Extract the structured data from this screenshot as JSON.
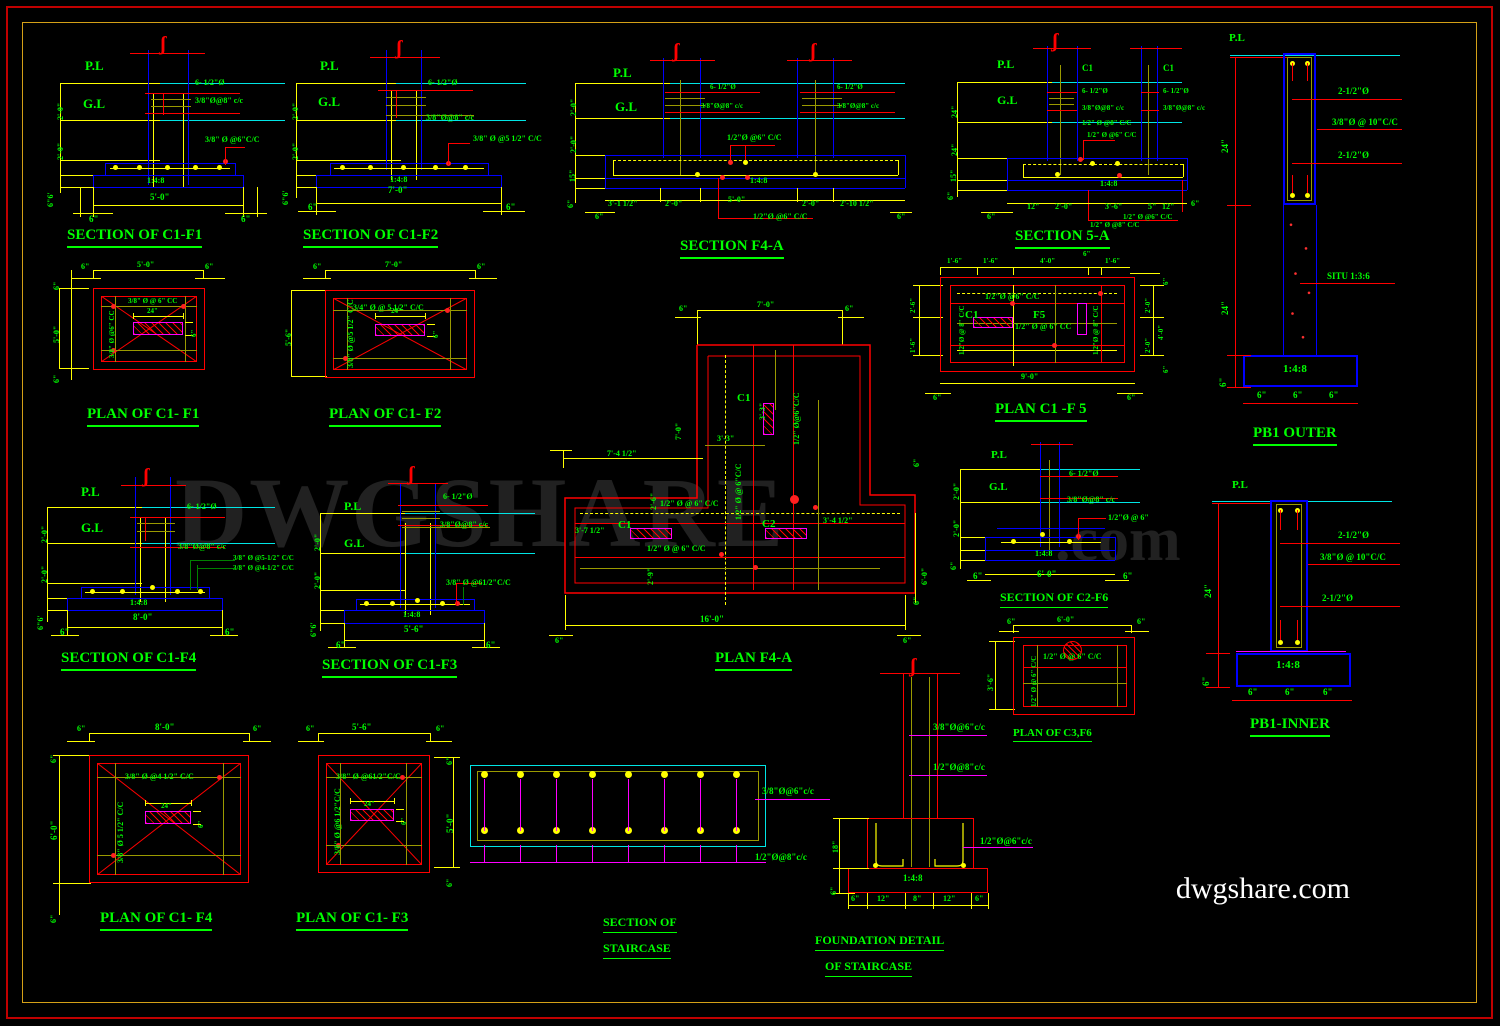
{
  "sheet": {
    "watermark": "DWGSHARE",
    "watermark_domain": ".com",
    "footer_site": "dwgshare.com",
    "background": "#000000",
    "border_color": "#c00000",
    "inner_border_color": "#d4a017"
  },
  "common": {
    "pl": "P.L",
    "gl": "G.L",
    "mix_148": "1:4:8",
    "mix_136": "SITU 1:3:6",
    "rebar_6_half": "6- 1/2\"Ø",
    "stirrup_8cc": "3/8\"Ø@8\" c/c"
  },
  "details": [
    {
      "id": "sec-c1-f1",
      "title": "SECTION OF C1-F1",
      "labels": [
        "P.L",
        "G.L",
        "6- 1/2\"Ø",
        "3/8\"Ø@8\" c/c",
        "3/8\" Ø @6\"C/C",
        "1:4:8"
      ],
      "dims": [
        "2'-0\"",
        "2'-0\"",
        "6\"6'",
        "5'-0\"",
        "6\"",
        "6\""
      ]
    },
    {
      "id": "sec-c1-f2",
      "title": "SECTION OF C1-F2",
      "labels": [
        "P.L",
        "G.L",
        "6- 1/2\"Ø",
        "3/8\"Ø@8\" c/c",
        "3/8\" Ø @5 1/2\" C/C",
        "1:4:8"
      ],
      "dims": [
        "2'-0\"",
        "2'-0\"",
        "6\"6'",
        "7'-0\"",
        "6\"",
        "6\""
      ]
    },
    {
      "id": "sec-f4-a",
      "title": "SECTION  F4-A",
      "labels": [
        "P.L",
        "G.L",
        "6- 1/2\"Ø",
        "3/8\"Ø@8\" c/c",
        "1/2\"Ø @6\" C/C",
        "1:4:8",
        "1/2\"Ø @6\" C/C"
      ],
      "dims": [
        "2'-0\"",
        "2'-0\"",
        "15\"",
        "6\"",
        "3'-1 1/2\"",
        "2'-0\"",
        "5'-0\"",
        "2'-0\"",
        "2'-10 1/2\"",
        "6\"",
        "6\""
      ]
    },
    {
      "id": "sec-5-a",
      "title": "SECTION 5-A",
      "labels": [
        "P.L",
        "G.L",
        "C1",
        "C1",
        "6- 1/2\"Ø",
        "3/8\"Ø@8\" c/c",
        "1/2\" Ø @8\" C/C",
        "1/2\" Ø @6\" C/C",
        "1:4:8",
        "1/2\" Ø @6\" C/C",
        "1/2\" Ø @8\" C/C"
      ],
      "dims": [
        "24\"",
        "24\"",
        "15\"",
        "6\"",
        "12\"",
        "2'-0\"",
        "3'-6\"",
        "5\"",
        "12\"",
        "6\"",
        "6\""
      ]
    },
    {
      "id": "pb1-outer",
      "title": "PB1 OUTER",
      "labels": [
        "P.L",
        "2-1/2\"Ø",
        "3/8\"Ø @ 10\"C/C",
        "2-1/2\"Ø",
        "SITU 1:3:6",
        "1:4:8"
      ],
      "dims": [
        "24\"",
        "24\"",
        "6\"",
        "6\"",
        "6\"",
        "6\""
      ]
    },
    {
      "id": "plan-c1-f1",
      "title": "PLAN OF C1- F1",
      "labels": [
        "3/8\" Ø @ 6\" CC",
        "3/8\" Ø @6\" CC",
        "24\"",
        "6\""
      ],
      "dims": [
        "5'-0\"",
        "5'-0\"",
        "6\"",
        "6\""
      ]
    },
    {
      "id": "plan-c1-f2",
      "title": "PLAN OF C1- F2",
      "labels": [
        "3/4\" Ø @ 5 1/2\" C/C",
        "3/8\" Ø @5 1/2\" C/C",
        "24\"",
        "6\""
      ],
      "dims": [
        "7'-0\"",
        "5'-6\"",
        "6\"",
        "6\""
      ]
    },
    {
      "id": "plan-c1-f5",
      "title": "PLAN C1 -F 5",
      "labels": [
        "C1",
        "F5",
        "1/2\"Ø @6\" C/C",
        "1/2\" Ø @ 6\" CC",
        "1/2\"Ø @ 8\" C/C",
        "1/2\"Ø @ 8\" C/C"
      ],
      "dims": [
        "1'-6\"",
        "1'-6\"",
        "4'-0\"",
        "6\"",
        "1'-6\"",
        "2'-6\"",
        "1'-6\"",
        "9'-0\"",
        "2'-0\"",
        "4'-0\"",
        "2'-0\"",
        "6\"",
        "6\"",
        "6\"",
        "6\""
      ]
    },
    {
      "id": "plan-f4-a",
      "title": "PLAN F4-A",
      "labels": [
        "C1",
        "C1",
        "C2",
        "1/2\" Ø@6\"C/C",
        "1/2\" Ø @ 6\"C/C",
        "1/2\" Ø @ 6\" C/C",
        "1/2\" Ø @ 6\" C/C"
      ],
      "dims": [
        "7'-0\"",
        "6\"",
        "6\"",
        "7'-0\"",
        "3'-3\"",
        "3'-3\"",
        "7'-4 1/2\"",
        "2'-6\"",
        "3'-7 1/2\"",
        "3'-4 1/2\"",
        "2'-9\"",
        "16'-0\"",
        "6'-0\"",
        "6\"",
        "6\""
      ]
    },
    {
      "id": "sec-c1-f4",
      "title": "SECTION OF C1-F4",
      "labels": [
        "P.L",
        "G.L",
        "6- 1/2\"Ø",
        "3/8\"Ø@8\" c/c",
        "3/8\" Ø @5-1/2\" C/C",
        "3/8\" Ø @4-1/2\" C/C",
        "1:4:8"
      ],
      "dims": [
        "2'-0\"",
        "2'-0\"",
        "6\"6'",
        "8'-0\"",
        "6\"",
        "6\""
      ]
    },
    {
      "id": "sec-c1-f3",
      "title": "SECTION OF C1-F3",
      "labels": [
        "P.L",
        "G.L",
        "6- 1/2\"Ø",
        "3/8\"Ø@8\" c/c",
        "3/8\" Ø @61/2\"C/C",
        "1:4:8"
      ],
      "dims": [
        "2'-0\"",
        "2'-0\"",
        "6\"6'",
        "5'-6\"",
        "6\"",
        "6\""
      ]
    },
    {
      "id": "sec-c2-f6",
      "title": "SECTION OF C2-F6",
      "labels": [
        "P.L",
        "G.L",
        "6- 1/2\"Ø",
        "3/8\"Ø@8\" c/c",
        "1/2\"Ø @ 6\"",
        "1:4:8"
      ],
      "dims": [
        "2'-0\"",
        "2'-0\"",
        "6\"",
        "6'-0\"",
        "6\"",
        "6\""
      ]
    },
    {
      "id": "plan-c3-f6",
      "title": "PLAN OF C3,F6",
      "labels": [
        "1/2\" Ø @ 6\" C/C",
        "1/2\" Ø @ 6\" C/C"
      ],
      "dims": [
        "6'-0\"",
        "3'-6\"",
        "6\"",
        "6\""
      ]
    },
    {
      "id": "pb1-inner",
      "title": "PB1-INNER",
      "labels": [
        "P.L",
        "2-1/2\"Ø",
        "3/8\"Ø @ 10\"C/C",
        "2-1/2\"Ø",
        "1:4:8"
      ],
      "dims": [
        "24\"",
        "6\"",
        "6\"",
        "6\"",
        "6\""
      ]
    },
    {
      "id": "plan-c1-f4",
      "title": "PLAN OF C1- F4",
      "labels": [
        "3/8\" Ø @4 1/2\" C/C",
        "3/8\" Ø 5 1/2\" C/C",
        "24\"",
        "6\""
      ],
      "dims": [
        "8'-0\"",
        "6'-0\"",
        "6\"",
        "6\"",
        "6\"",
        "6\""
      ]
    },
    {
      "id": "plan-c1-f3",
      "title": "PLAN OF C1- F3",
      "labels": [
        "3/8\" Ø @61/2\"C/C",
        "3/8\" Ø @6 1/2\"C/C",
        "24\"",
        "6\""
      ],
      "dims": [
        "5'-6\"",
        "5'-0\"",
        "6\"",
        "6\"",
        "6\"",
        "6\""
      ]
    },
    {
      "id": "sec-staircase",
      "title_line1": "SECTION OF",
      "title_line2": "STAIRCASE",
      "labels": [
        "3/8\"Ø@6\"c/c",
        "1/2\"Ø@8\"c/c"
      ]
    },
    {
      "id": "found-staircase",
      "title_line1": "FOUNDATION DETAIL",
      "title_line2": "OF STAIRCASE",
      "labels": [
        "3/8\"Ø@6\"c/c",
        "1/2\"Ø@8\"c/c",
        "1/2\"Ø@6\"c/c",
        "1:4:8"
      ],
      "dims": [
        "18\"",
        "6\"",
        "6\"",
        "12\"",
        "8\"",
        "12\"",
        "6\""
      ]
    }
  ]
}
